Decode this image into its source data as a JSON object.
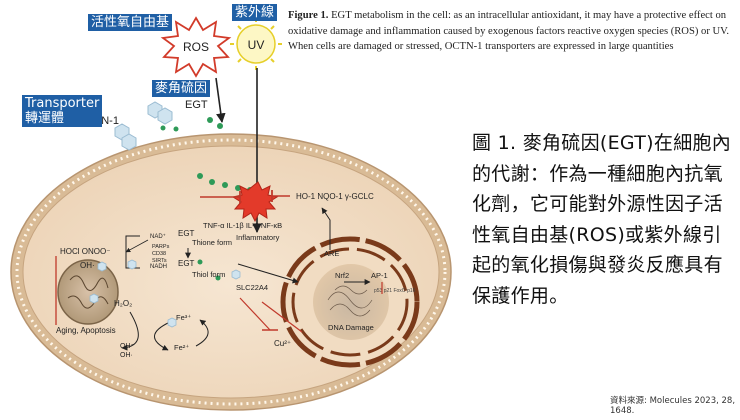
{
  "caption": {
    "label": "Figure 1.",
    "text": " EGT metabolism in the cell: as an intracellular antioxidant, it may have a protective effect on oxidative damage and inflammation caused by exogenous factors reactive oxygen species (ROS) or UV. When cells are damaged or stressed, OCTN-1 transporters are expressed in large quantities"
  },
  "description": "圖 1. 麥角硫因(EGT)在細胞內的代謝：作為一種細胞內抗氧化劑，它可能對外源性因子活性氧自由基(ROS)或紫外線引起的氧化損傷與發炎反應具有保護作用。",
  "source": "資料來源: Molecules 2023, 28, 1648.",
  "tags": {
    "ros_zh": "活性氧自由基",
    "uv_zh": "紫外線",
    "egt_zh": "麥角硫因",
    "transporter_en": "Transporter",
    "transporter_zh": "轉運體"
  },
  "diagram": {
    "ros": "ROS",
    "uv": "UV",
    "egt": "EGT",
    "octn": "OCTN-1",
    "ho1": "HO-1  NQO-1 γ-GCLC",
    "cytokines": "TNF-α IL-1β  IL-6 NF-κB",
    "inflammatory": "Inflammatory",
    "are": "ARE",
    "nrf2": "Nrf2",
    "ap1": "AP-1",
    "small_labels": "p53 p21 FoxO p16",
    "hocl": "HOCl  ONOO⁻",
    "oh": "OH·",
    "h2o2": "H₂O₂",
    "aging": "Aging, Apoptosis",
    "nad_plus": "NAD⁺",
    "parp": "PARPs",
    "cd38": "CD38",
    "sirt": "SIRTs",
    "nadh": "NADH",
    "egt_thione": "EGT",
    "thione_form": "Thione form",
    "egt_thiol": "EGT",
    "thiol_form": "Thiol form",
    "fe3": "Fe³⁺",
    "fe2": "Fe²⁺",
    "oh_minus_1": "OH⁻",
    "oh_minus_2": "OH·",
    "slc": "SLC22A4",
    "dna_damage": "DNA Damage",
    "cu": "Cu²⁺"
  }
}
